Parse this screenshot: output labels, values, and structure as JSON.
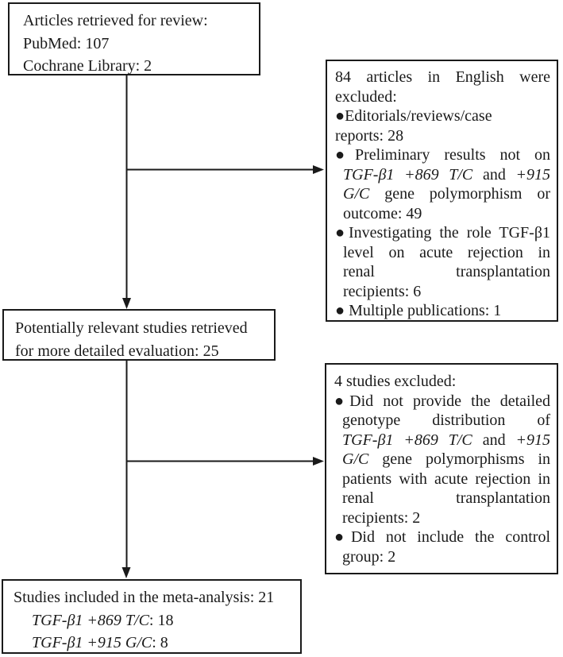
{
  "colors": {
    "ink": "#1a1a1a",
    "paper": "#ffffff"
  },
  "diagram": {
    "boxes": {
      "retrieved": {
        "title": "Articles retrieved for review",
        "lines": [
          {
            "t": "Articles retrieved for review:"
          },
          {
            "t": "PubMed: 107"
          },
          {
            "t": "Cochrane Library: 2"
          }
        ]
      },
      "excluded_english": {
        "title": "84 articles in English were excluded",
        "lines": [
          {
            "t": "84 articles in English were",
            "j": true
          },
          {
            "t": "excluded:"
          },
          {
            "t": "●Editorials/reviews/case"
          },
          {
            "t": "reports: 28"
          },
          {
            "t": "●Preliminary results not on",
            "j": true
          },
          {
            "runs": [
              {
                "t": "TGF-β1 +869 T/C",
                "i": true
              },
              {
                "t": " and "
              },
              {
                "t": "+915",
                "i": true
              }
            ],
            "j": true,
            "ind": true
          },
          {
            "runs": [
              {
                "t": "G/C",
                "i": true
              },
              {
                "t": " gene polymorphism or"
              }
            ],
            "j": true,
            "ind": true
          },
          {
            "t": "outcome: 49",
            "ind": true
          },
          {
            "t": "●Investigating the role TGF-β1",
            "j": true
          },
          {
            "t": "level on acute rejection in",
            "j": true,
            "ind": true
          },
          {
            "t": "renal transplantation",
            "j": true,
            "ind": true
          },
          {
            "t": "recipients: 6",
            "ind": true
          },
          {
            "t": "● Multiple publications: 1"
          }
        ]
      },
      "relevant": {
        "title": "Potentially relevant studies",
        "lines": [
          {
            "t": "Potentially relevant studies retrieved"
          },
          {
            "t": "for more detailed evaluation: 25"
          }
        ]
      },
      "excluded_four": {
        "title": "4 studies excluded",
        "lines": [
          {
            "t": "4 studies excluded:"
          },
          {
            "t": "●Did not provide the detailed",
            "j": true
          },
          {
            "t": "genotype distribution of",
            "j": true,
            "ind": true
          },
          {
            "runs": [
              {
                "t": "TGF-β1 +869 T/C",
                "i": true
              },
              {
                "t": " and "
              },
              {
                "t": "+915",
                "i": true
              }
            ],
            "j": true,
            "ind": true
          },
          {
            "runs": [
              {
                "t": "G/C",
                "i": true
              },
              {
                "t": " gene polymorphisms in"
              }
            ],
            "j": true,
            "ind": true
          },
          {
            "t": "patients with acute rejection in",
            "j": true,
            "ind": true
          },
          {
            "t": "renal transplantation",
            "j": true,
            "ind": true
          },
          {
            "t": "recipients: 2",
            "ind": true
          },
          {
            "t": "●Did not include the control",
            "j": true
          },
          {
            "t": "group: 2",
            "ind": true
          }
        ]
      },
      "included": {
        "title": "Studies included in the meta-analysis",
        "lines": [
          {
            "t": "Studies included in the meta-analysis: 21"
          },
          {
            "runs": [
              {
                "t": "TGF-β1 +869 T/C",
                "i": true
              },
              {
                "t": ": 18"
              }
            ],
            "ind2": true
          },
          {
            "runs": [
              {
                "t": "TGF-β1 +915 G/C",
                "i": true
              },
              {
                "t": ": 8"
              }
            ],
            "ind2": true
          }
        ]
      }
    }
  }
}
